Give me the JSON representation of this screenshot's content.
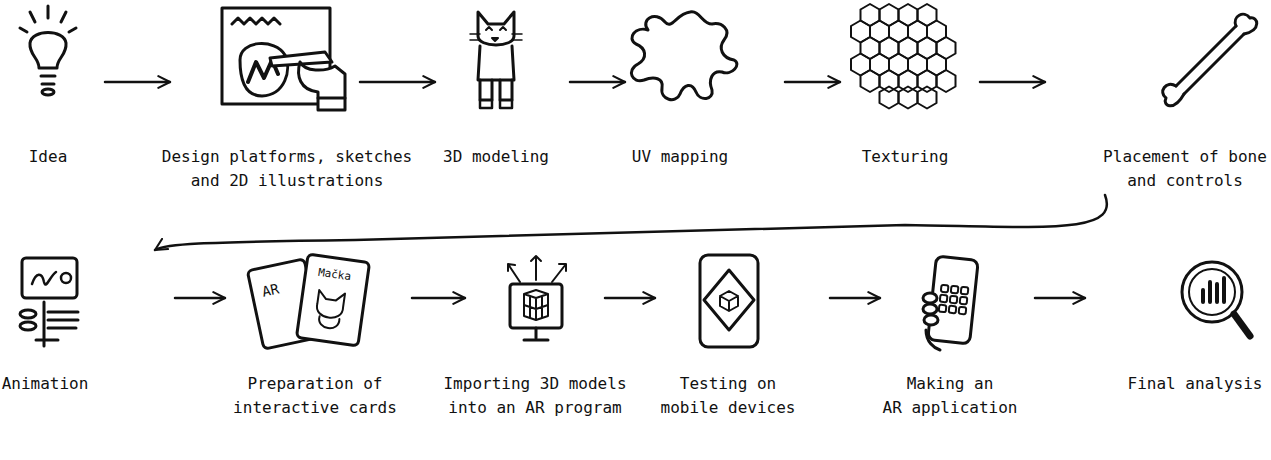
{
  "diagram": {
    "nodes": [
      {
        "text": [
          "Idea"
        ]
      },
      {
        "text": [
          "Design platforms, sketches and 2D illustrations"
        ]
      },
      {
        "text": [
          "3D modeling"
        ]
      },
      {
        "text": [
          "UV mapping"
        ]
      },
      {
        "text": [
          "Texturing"
        ]
      },
      {
        "text": [
          "Placement of bone and controls"
        ]
      },
      {
        "text": [
          "Animation"
        ]
      },
      {
        "text": [
          "Preparation of interactive cards"
        ]
      },
      {
        "text": [
          "Importing 3D models into an AR program"
        ]
      },
      {
        "text": [
          "Testing on mobile devices"
        ]
      },
      {
        "text": [
          "Making an AR application"
        ]
      },
      {
        "text": [
          "Final analysis"
        ]
      }
    ],
    "edges": [
      {
        "from": 0,
        "to": 1,
        "arrow": "to"
      },
      {
        "from": 1,
        "to": 2,
        "arrow": "to"
      },
      {
        "from": 2,
        "to": 3,
        "arrow": "to"
      },
      {
        "from": 3,
        "to": 4,
        "arrow": "to"
      },
      {
        "from": 4,
        "to": 5,
        "arrow": "to"
      },
      {
        "from": 5,
        "to": 6,
        "arrow": "to"
      },
      {
        "from": 6,
        "to": 7,
        "arrow": "to"
      },
      {
        "from": 7,
        "to": 8,
        "arrow": "to"
      },
      {
        "from": 8,
        "to": 9,
        "arrow": "to"
      },
      {
        "from": 9,
        "to": 10,
        "arrow": "to"
      },
      {
        "from": 10,
        "to": 11,
        "arrow": "to"
      }
    ],
    "labels": [
      "AR",
      "Mačka"
    ]
  }
}
